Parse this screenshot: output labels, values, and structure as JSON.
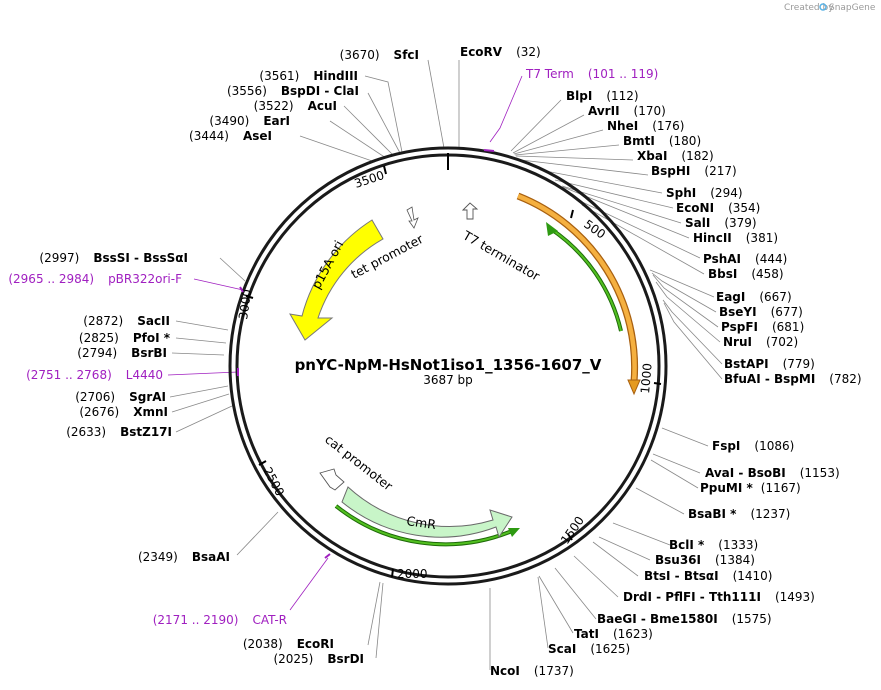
{
  "credit": {
    "prefix": "Created by",
    "brand": "SnapGene"
  },
  "plasmid": {
    "name": "pnYC-NpM-HsNot1iso1_1356-1607_V",
    "length_label": "3687 bp",
    "length": 3687
  },
  "ticks": [
    "500",
    "1000",
    "1500",
    "2000",
    "2500",
    "3000",
    "3500"
  ],
  "features": {
    "p15a_ori": "p15A ori",
    "tet_promoter": "tet promoter",
    "t7_terminator": "T7 terminator",
    "cat_promoter": "cat promoter",
    "cmr": "CmR"
  },
  "colors": {
    "backbone": "#1a1a1a",
    "ori": "#ffff00",
    "cmr": "#c8f5c8",
    "orange": "#f5a020",
    "green": "#2e9a12",
    "primer": "#a020c0"
  },
  "right_sites": [
    {
      "name": "EcoRV",
      "pos": "(32)"
    },
    {
      "name": "T7 Term",
      "pos": "(101 .. 119)",
      "purple": true
    },
    {
      "name": "BlpI",
      "pos": "(112)"
    },
    {
      "name": "AvrII",
      "pos": "(170)"
    },
    {
      "name": "NheI",
      "pos": "(176)"
    },
    {
      "name": "BmtI",
      "pos": "(180)"
    },
    {
      "name": "XbaI",
      "pos": "(182)"
    },
    {
      "name": "BspHI",
      "pos": "(217)"
    },
    {
      "name": "SphI",
      "pos": "(294)"
    },
    {
      "name": "EcoNI",
      "pos": "(354)"
    },
    {
      "name": "SalI",
      "pos": "(379)"
    },
    {
      "name": "HincII",
      "pos": "(381)"
    },
    {
      "name": "PshAI",
      "pos": "(444)"
    },
    {
      "name": "BbsI",
      "pos": "(458)"
    },
    {
      "name": "EagI",
      "pos": "(667)"
    },
    {
      "name": "BseYI",
      "pos": "(677)"
    },
    {
      "name": "PspFI",
      "pos": "(681)"
    },
    {
      "name": "NruI",
      "pos": "(702)"
    },
    {
      "name": "BstAPI",
      "pos": "(779)"
    },
    {
      "name": "BfuAI  -  BspMI",
      "pos": "(782)"
    },
    {
      "name": "FspI",
      "pos": "(1086)"
    },
    {
      "name": "AvaI  -  BsoBI",
      "pos": "(1153)"
    },
    {
      "name": "PpuMI *",
      "pos": "(1167)"
    },
    {
      "name": "BsaBI *",
      "pos": "(1237)"
    },
    {
      "name": "BclI *",
      "pos": "(1333)"
    },
    {
      "name": "Bsu36I",
      "pos": "(1384)"
    },
    {
      "name": "BtsI  -  BtsαI",
      "pos": "(1410)"
    },
    {
      "name": "DrdI  -  PflFI  -  Tth111I",
      "pos": "(1493)"
    },
    {
      "name": "BaeGI  -  Bme1580I",
      "pos": "(1575)"
    },
    {
      "name": "TatI",
      "pos": "(1623)"
    },
    {
      "name": "ScaI",
      "pos": "(1625)"
    },
    {
      "name": "NcoI",
      "pos": "(1737)"
    }
  ],
  "left_sites": [
    {
      "name": "SfcI",
      "pos": "(3670)"
    },
    {
      "name": "HindIII",
      "pos": "(3561)"
    },
    {
      "name": "BspDI  -  ClaI",
      "pos": "(3556)"
    },
    {
      "name": "AcuI",
      "pos": "(3522)"
    },
    {
      "name": "EarI",
      "pos": "(3490)"
    },
    {
      "name": "AseI",
      "pos": "(3444)"
    },
    {
      "name": "BssSI  -  BssSαI",
      "pos": "(2997)"
    },
    {
      "name": "pBR322ori-F",
      "pos": "(2965 .. 2984)",
      "purple": true
    },
    {
      "name": "SacII",
      "pos": "(2872)"
    },
    {
      "name": "PfoI *",
      "pos": "(2825)"
    },
    {
      "name": "BsrBI",
      "pos": "(2794)"
    },
    {
      "name": "L4440",
      "pos": "(2751 .. 2768)",
      "purple": true
    },
    {
      "name": "SgrAI",
      "pos": "(2706)"
    },
    {
      "name": "XmnI",
      "pos": "(2676)"
    },
    {
      "name": "BstZ17I",
      "pos": "(2633)"
    },
    {
      "name": "BsaAI",
      "pos": "(2349)"
    },
    {
      "name": "CAT-R",
      "pos": "(2171 .. 2190)",
      "purple": true
    },
    {
      "name": "EcoRI",
      "pos": "(2038)"
    },
    {
      "name": "BsrDI",
      "pos": "(2025)"
    }
  ]
}
